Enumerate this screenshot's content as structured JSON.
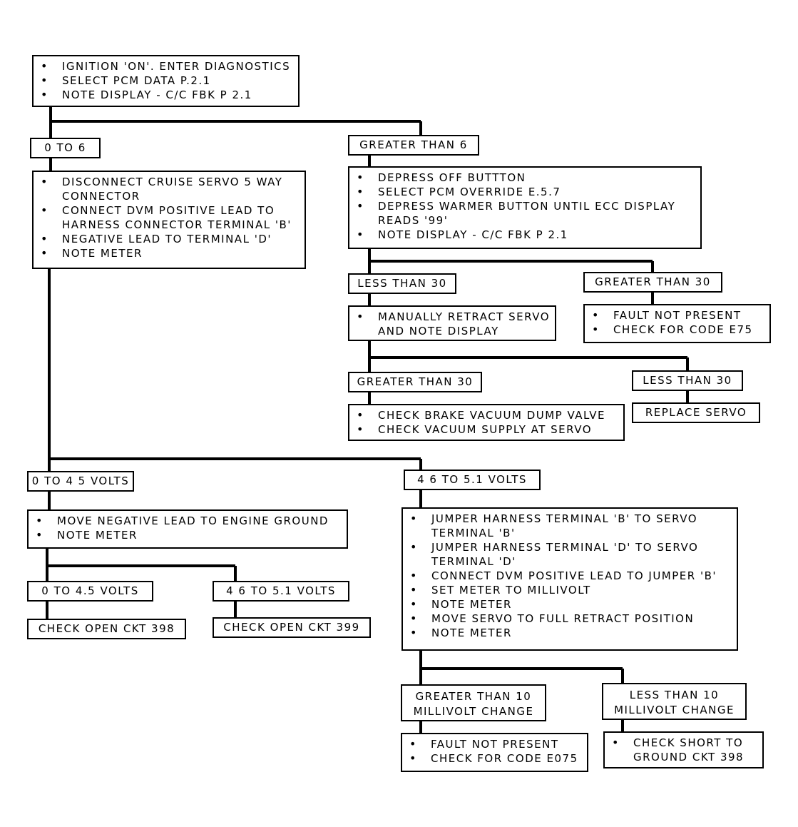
{
  "diagram": {
    "boxes": [
      {
        "id": "n0",
        "type": "action",
        "items": [
          "IGNITION 'ON'. ENTER DIAGNOSTICS",
          "SELECT PCM DATA P.2.1",
          "NOTE DISPLAY - C/C FBK P 2.1"
        ]
      },
      {
        "id": "n1",
        "type": "label",
        "text": "0 TO 6"
      },
      {
        "id": "n2",
        "type": "label",
        "text": "GREATER THAN 6"
      },
      {
        "id": "n3",
        "type": "action",
        "items": [
          "DISCONNECT CRUISE SERVO 5 WAY CONNECTOR",
          "CONNECT DVM POSITIVE LEAD TO HARNESS CONNECTOR TERMINAL 'B'",
          "NEGATIVE LEAD TO TERMINAL 'D'",
          "NOTE METER"
        ]
      },
      {
        "id": "n4",
        "type": "action",
        "items": [
          "DEPRESS OFF BUTTTON",
          "SELECT PCM OVERRIDE E.5.7",
          "DEPRESS WARMER BUTTON UNTIL ECC DISPLAY READS '99'",
          "NOTE DISPLAY - C/C FBK P 2.1"
        ]
      },
      {
        "id": "n5",
        "type": "label",
        "text": "LESS THAN 30"
      },
      {
        "id": "n6",
        "type": "label",
        "text": "GREATER THAN 30"
      },
      {
        "id": "n7",
        "type": "action",
        "items": [
          "MANUALLY RETRACT SERVO AND NOTE DISPLAY"
        ]
      },
      {
        "id": "n8",
        "type": "action",
        "items": [
          "FAULT NOT PRESENT",
          "CHECK FOR CODE E75"
        ]
      },
      {
        "id": "n9",
        "type": "label",
        "text": "GREATER THAN 30"
      },
      {
        "id": "n10",
        "type": "label",
        "text": "LESS THAN 30"
      },
      {
        "id": "n11",
        "type": "action",
        "items": [
          "CHECK BRAKE VACUUM DUMP VALVE",
          "CHECK VACUUM SUPPLY AT SERVO"
        ]
      },
      {
        "id": "n12",
        "type": "label",
        "text": "REPLACE SERVO"
      },
      {
        "id": "n13",
        "type": "label",
        "text": "0 TO 4 5 VOLTS"
      },
      {
        "id": "n14",
        "type": "label",
        "text": "4 6 TO 5.1 VOLTS"
      },
      {
        "id": "n15",
        "type": "action",
        "items": [
          "MOVE NEGATIVE LEAD TO ENGINE GROUND",
          "NOTE METER"
        ]
      },
      {
        "id": "n16",
        "type": "action",
        "items": [
          "JUMPER HARNESS TERMINAL 'B' TO SERVO TERMINAL 'B'",
          "JUMPER HARNESS TERMINAL 'D' TO SERVO TERMINAL 'D'",
          "CONNECT DVM POSITIVE LEAD TO JUMPER 'B'",
          "SET METER TO MILLIVOLT",
          "NOTE METER",
          "MOVE SERVO TO FULL RETRACT POSITION",
          "NOTE METER"
        ]
      },
      {
        "id": "n17",
        "type": "label",
        "text": "0 TO 4.5 VOLTS"
      },
      {
        "id": "n18",
        "type": "label",
        "text": "4 6 TO 5.1 VOLTS"
      },
      {
        "id": "n19",
        "type": "label",
        "text": "CHECK OPEN CKT 398"
      },
      {
        "id": "n20",
        "type": "label",
        "text": "CHECK OPEN CKT 399"
      },
      {
        "id": "n21",
        "type": "label",
        "text": "GREATER THAN 10 MILLIVOLT CHANGE"
      },
      {
        "id": "n22",
        "type": "label",
        "text": "LESS THAN 10 MILLIVOLT CHANGE"
      },
      {
        "id": "n23",
        "type": "action",
        "items": [
          "FAULT NOT PRESENT",
          "CHECK FOR CODE E075"
        ]
      },
      {
        "id": "n24",
        "type": "action",
        "items": [
          "CHECK SHORT TO GROUND CKT 398"
        ]
      }
    ],
    "edges": [
      [
        "n0",
        "n1"
      ],
      [
        "n0",
        "n2"
      ],
      [
        "n1",
        "n3"
      ],
      [
        "n2",
        "n4"
      ],
      [
        "n4",
        "n5"
      ],
      [
        "n4",
        "n6"
      ],
      [
        "n5",
        "n7"
      ],
      [
        "n6",
        "n8"
      ],
      [
        "n7",
        "n9"
      ],
      [
        "n7",
        "n10"
      ],
      [
        "n9",
        "n11"
      ],
      [
        "n10",
        "n12"
      ],
      [
        "n3",
        "n13"
      ],
      [
        "n3",
        "n14"
      ],
      [
        "n13",
        "n15"
      ],
      [
        "n14",
        "n16"
      ],
      [
        "n15",
        "n17"
      ],
      [
        "n15",
        "n18"
      ],
      [
        "n17",
        "n19"
      ],
      [
        "n18",
        "n20"
      ],
      [
        "n16",
        "n21"
      ],
      [
        "n16",
        "n22"
      ],
      [
        "n21",
        "n23"
      ],
      [
        "n22",
        "n24"
      ]
    ]
  }
}
